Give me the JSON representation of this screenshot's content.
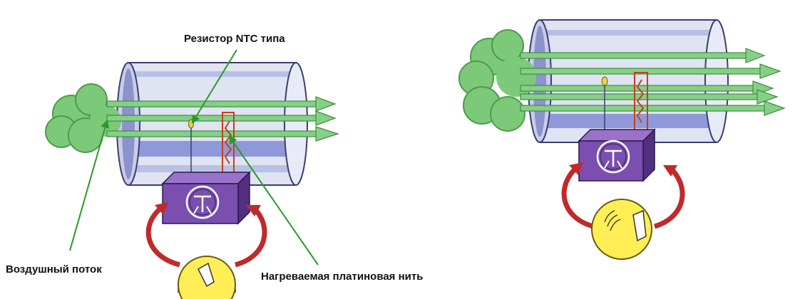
{
  "labels": {
    "ntc_resistor": "Резистор NTC типа",
    "air_flow": "Воздушный поток",
    "heated_platinum_wire": "Нагреваемая платиновая нить"
  },
  "colors": {
    "cloud": "#7cc97a",
    "cloud_edge": "#4e9b4c",
    "arrow": "#86cf86",
    "arrow_edge": "#3f8f3f",
    "pointer_line": "#2a9a2a",
    "tube_body": "#dfe3f2",
    "tube_stripe": "#8f98d9",
    "tube_edge": "#3b3f6e",
    "control_box": "#7a4fb0",
    "control_box_dark": "#53307f",
    "feedback_arrow": "#c02a2a",
    "gauge": "#ffee55",
    "wire": "#c4401a"
  },
  "icons": [
    "transistor-icon",
    "gauge-icon",
    "cloud-icon",
    "arrow-icon"
  ]
}
